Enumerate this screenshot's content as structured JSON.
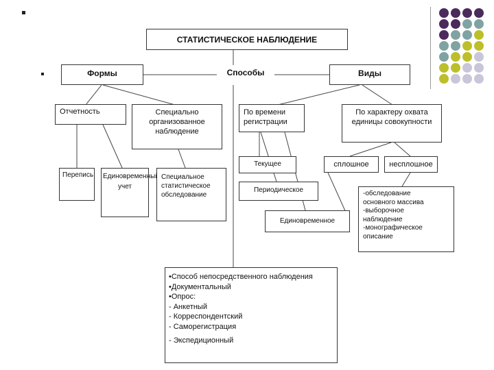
{
  "title": "СТАТИСТИЧЕСКОЕ НАБЛЮДЕНИЕ",
  "categories": {
    "forms": "Формы",
    "methods": "Способы",
    "types": "Виды"
  },
  "forms": {
    "reporting": "Отчетность",
    "special_org": "Специально организованное наблюдение",
    "census": "Перепись",
    "one_time_account": "Единовременный учет",
    "special_survey": "Специальное статистическое обследование"
  },
  "types": {
    "by_time": "По времени регистрации",
    "by_coverage": "По характеру охвата единицы совокупности",
    "current": "Текущее",
    "periodic": "Периодическое",
    "one_time": "Единовременное",
    "continuous": "сплошное",
    "non_continuous": "несплошное"
  },
  "non_continuous_list": [
    "-обследование",
    "основного массива",
    "-выборочное",
    "наблюдение",
    "-монографическое",
    "описание"
  ],
  "methods_list": [
    "•Способ непосредственного наблюдения",
    "•Документальный",
    "•Опрос:",
    "- Анкетный",
    "- Корреспондентский",
    "- Саморегистрация",
    "- Экспедиционный"
  ],
  "colors": {
    "purple": "#4b2a5c",
    "teal": "#7fa3a2",
    "olive": "#bdbf2a",
    "lilac": "#c9c6d9"
  }
}
